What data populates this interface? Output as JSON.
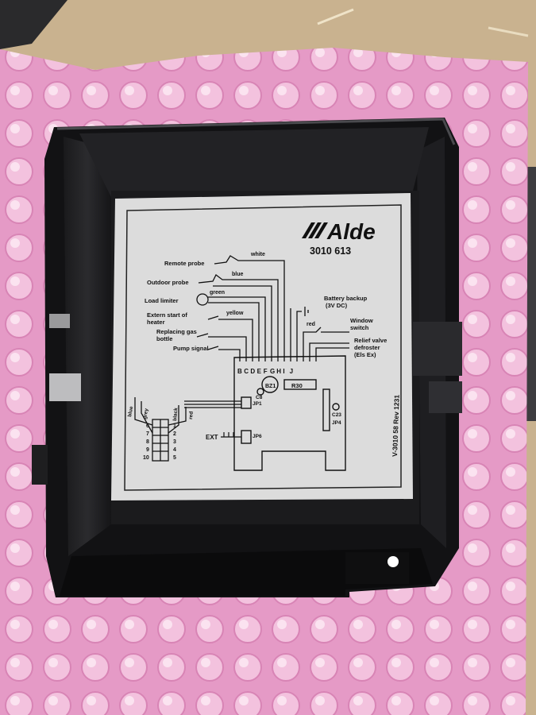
{
  "label": {
    "brand": "Alde",
    "part_number": "3010 613",
    "revision": "V-3010 58 Rev 1231"
  },
  "wiring": {
    "remote_probe": "Remote probe",
    "outdoor_probe": "Outdoor probe",
    "load_limiter": "Load limiter",
    "extern_start_1": "Extern start of",
    "extern_start_2": "heater",
    "replacing_gas_1": "Replacing gas",
    "replacing_gas_2": "bottle",
    "pump_signal": "Pump signal",
    "battery_backup_1": "Battery backup",
    "battery_backup_2": "(3V DC)",
    "window_switch_1": "Window",
    "window_switch_2": "switch",
    "relief_valve_1": "Relief valve",
    "relief_valve_2": "defroster",
    "relief_valve_3": "(Els Ex)",
    "wire_white": "white",
    "wire_blue": "blue",
    "wire_green": "green",
    "wire_yellow": "yellow",
    "wire_red": "red",
    "wire_blue_v": "blue",
    "wire_grey_v": "grey",
    "wire_black_v": "black",
    "wire_red_v": "red"
  },
  "terminals": [
    "B",
    "C",
    "D",
    "E",
    "F",
    "G",
    "H",
    "I",
    "J"
  ],
  "board": {
    "bz1": "BZ1",
    "c8": "C8",
    "jp1": "JP1",
    "r30": "R30",
    "c23": "C23",
    "jp4": "JP4",
    "jp6": "JP6",
    "ext": "EXT"
  },
  "connector_pins": {
    "left": [
      "6",
      "7",
      "8",
      "9",
      "10"
    ],
    "right": [
      "1",
      "2",
      "3",
      "4",
      "5"
    ]
  }
}
